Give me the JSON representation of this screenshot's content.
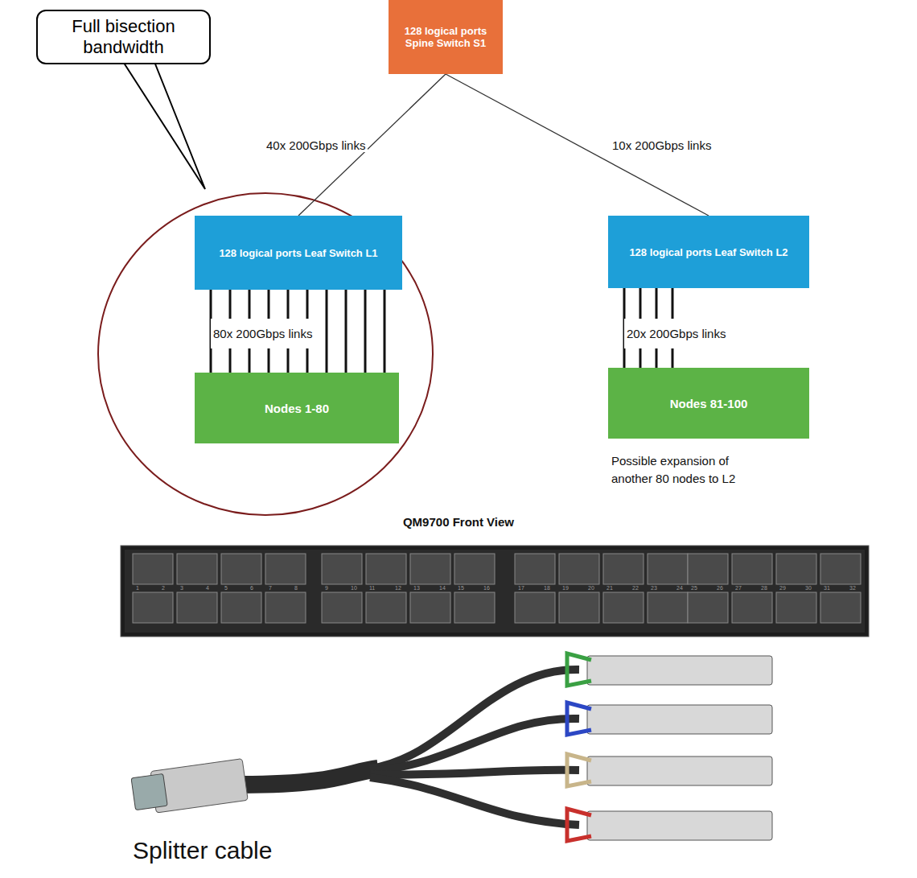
{
  "diagram": {
    "nodes": [
      {
        "text": [
          "128 logical ports Spine Switch S1"
        ]
      },
      {
        "text": [
          "Full bisection bandwidth"
        ]
      },
      {
        "text": [
          "128 logical ports Leaf Switch L1"
        ]
      },
      {
        "text": [
          "128 logical ports Leaf Switch L2"
        ]
      },
      {
        "text": [
          "Nodes 1-80"
        ]
      },
      {
        "text": [
          "Nodes 81-100"
        ]
      }
    ],
    "edges": [
      {
        "from": 0,
        "to": 2,
        "arrow": "none",
        "label": "40x 200Gbps links"
      },
      {
        "from": 0,
        "to": 3,
        "arrow": "none",
        "label": "10x 200Gbps links"
      },
      {
        "from": 2,
        "to": 4,
        "arrow": "none",
        "label": "80x 200Gbps links"
      },
      {
        "from": 3,
        "to": 5,
        "arrow": "none",
        "label": "20x 200Gbps links"
      }
    ],
    "labels": [
      "Possible expansion of another 80 nodes to L2",
      "QM9700 Front View",
      "Splitter cable",
      "1",
      "2",
      "3",
      "4",
      "5",
      "6",
      "7",
      "8",
      "9",
      "10",
      "11",
      "12",
      "13",
      "14",
      "15",
      "16",
      "17",
      "18",
      "19",
      "20",
      "21",
      "22",
      "23",
      "24",
      "25",
      "26",
      "27",
      "28",
      "29",
      "30",
      "31",
      "32"
    ]
  }
}
